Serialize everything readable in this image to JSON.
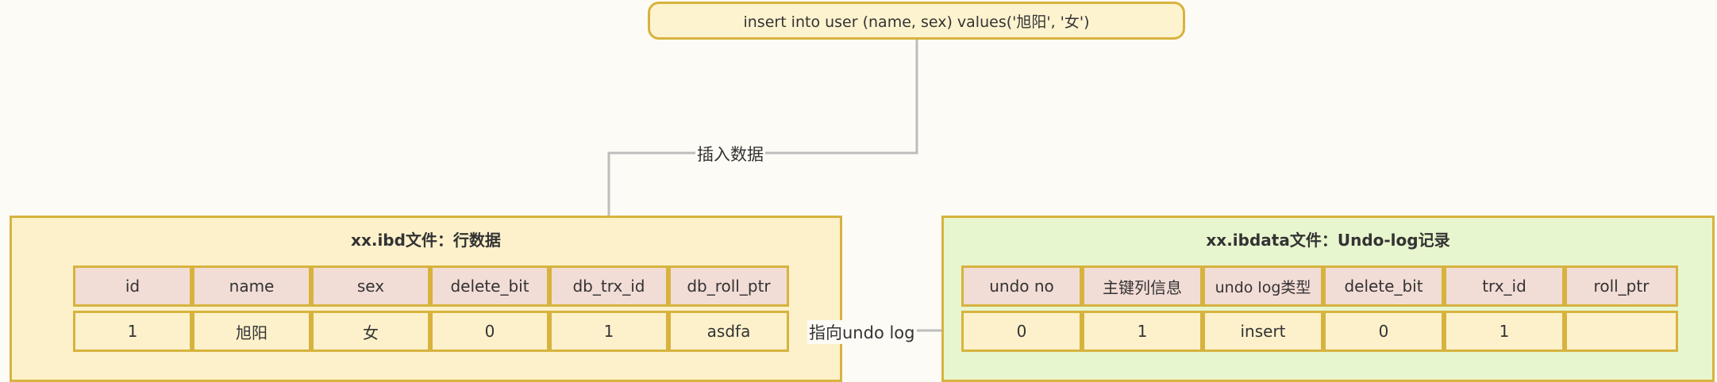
{
  "sql": "insert into user (name, sex) values('旭阳', '女')",
  "edge_insert_label": "插入数据",
  "edge_pointer_label": "指向undo log",
  "ibd": {
    "title": "xx.ibd文件：行数据",
    "headers": [
      "id",
      "name",
      "sex",
      "delete_bit",
      "db_trx_id",
      "db_roll_ptr"
    ],
    "values": [
      "1",
      "旭阳",
      "女",
      "0",
      "1",
      "asdfa"
    ]
  },
  "ibdata": {
    "title": "xx.ibdata文件：Undo-log记录",
    "headers": [
      "undo no",
      "主键列信息",
      "undo log类型",
      "delete_bit",
      "trx_id",
      "roll_ptr"
    ],
    "values": [
      "0",
      "1",
      "insert",
      "0",
      "1",
      ""
    ]
  },
  "colors": {
    "border": "#d7b33e",
    "ibd_fill": "#fdf1cb",
    "ibdata_fill": "#e8f6cf",
    "header_fill": "#f2dcd6",
    "connector": "#bdbdbd"
  }
}
